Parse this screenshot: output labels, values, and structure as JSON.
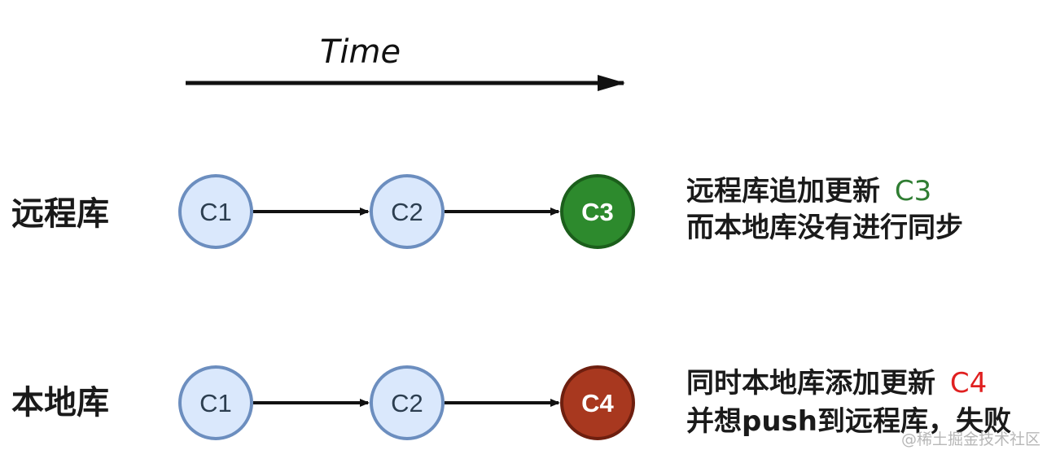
{
  "time_label": "Time",
  "rows": {
    "remote": {
      "label": "远程库",
      "nodes": [
        "C1",
        "C2",
        "C3"
      ],
      "annotation": {
        "line1_text": "远程库追加更新",
        "line1_highlight": "C3",
        "line2_text": "而本地库没有进行同步"
      }
    },
    "local": {
      "label": "本地库",
      "nodes": [
        "C1",
        "C2",
        "C4"
      ],
      "annotation": {
        "line1_text": "同时本地库添加更新",
        "line1_highlight": "C4",
        "line2_text": "并想push到远程库，失败"
      }
    }
  },
  "watermark": "@稀土掘金技术社区",
  "colors": {
    "node_fill": "#dae8fc",
    "node_stroke": "#6c8ebf",
    "c3_fill": "#2d8a2d",
    "c3_stroke": "#1b5e1b",
    "c3_text": "#2f7d32",
    "c4_fill": "#a8381f",
    "c4_stroke": "#6e1f0f",
    "c4_text": "#e02020",
    "arrow": "#111111"
  }
}
